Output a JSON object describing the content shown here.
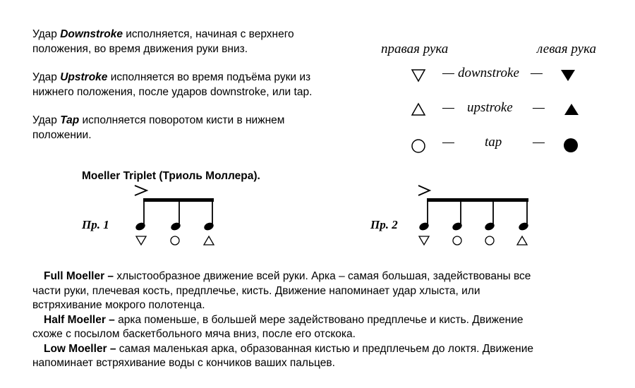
{
  "strokes": [
    {
      "term": "Downstroke",
      "before": "Удар ",
      "after": " исполняется, начиная с верхнего",
      "line2": "положения, во время движения руки вниз."
    },
    {
      "term": "Upstroke",
      "before": "Удар ",
      "after": " исполняется во время подъёма руки из",
      "line2": "нижнего положения, после ударов downstroke, или tap."
    },
    {
      "term": "Tap",
      "before": "Удар ",
      "after": " исполняется поворотом кисти в нижнем",
      "line2": "положении."
    }
  ],
  "legend": {
    "right_hand": "правая рука",
    "left_hand": "левая рука",
    "rows": [
      {
        "label": "downstroke",
        "right_icon": "outline-down-triangle-icon",
        "left_icon": "filled-down-triangle-icon"
      },
      {
        "label": "upstroke",
        "right_icon": "outline-up-triangle-icon",
        "left_icon": "filled-up-triangle-icon"
      },
      {
        "label": "tap",
        "right_icon": "outline-circle-icon",
        "left_icon": "filled-circle-icon"
      }
    ],
    "dash": "—"
  },
  "moeller_title": "Moeller Triplet (Триоль Моллера).",
  "examples": [
    {
      "label": "Пр. 1",
      "strokes": [
        "downstroke",
        "tap",
        "upstroke"
      ],
      "accent_on": 1
    },
    {
      "label": "Пр. 2",
      "strokes": [
        "downstroke",
        "tap",
        "tap",
        "upstroke"
      ],
      "accent_on": 1
    }
  ],
  "descriptions": [
    {
      "term": "Full Moeller –",
      "text": " хлыстообразное движение всей руки. Арка – самая большая, задействованы все",
      "cont": [
        "части руки, плечевая кость, предплечье, кисть. Движение напоминает удар хлыста, или",
        "встряхивание мокрого полотенца."
      ]
    },
    {
      "term": "Half Moeller –",
      "text": " арка поменьше, в большей мере задействовано предплечье и кисть. Движение",
      "cont": [
        "схоже с посылом баскетбольного мяча вниз, после его отскока."
      ]
    },
    {
      "term": "Low Moeller –",
      "text": " самая маленькая арка, образованная кистью и предплечьем до локтя. Движение",
      "cont": [
        "напоминает встряхивание воды с кончиков ваших пальцев."
      ]
    }
  ]
}
